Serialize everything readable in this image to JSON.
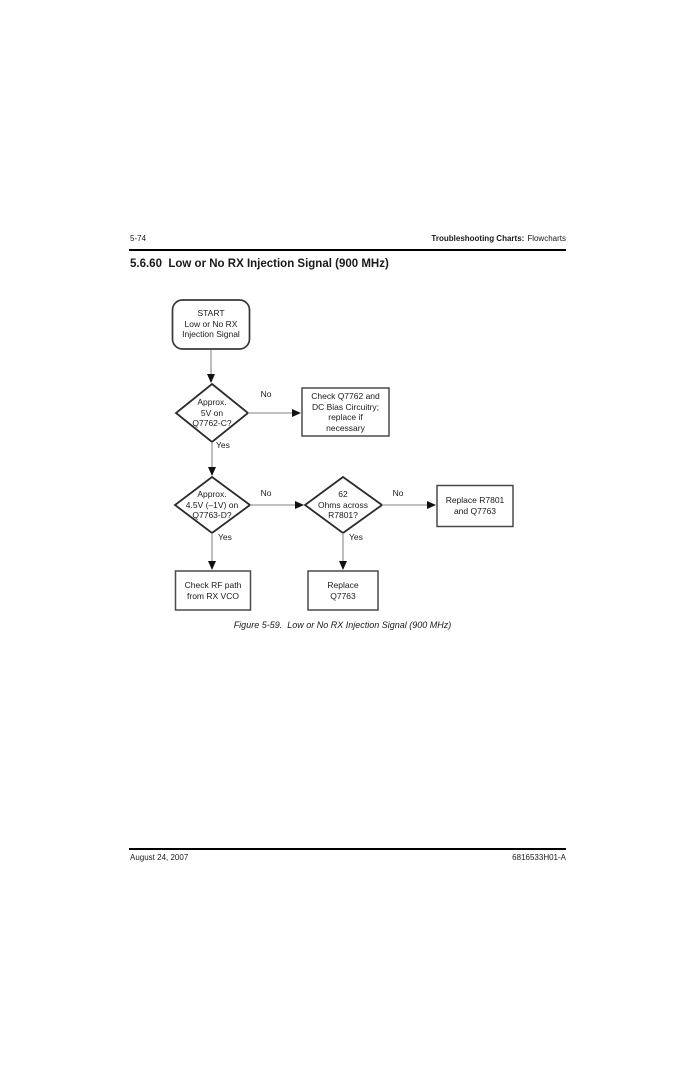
{
  "header": {
    "page_number": "5-74",
    "section_bold": "Troubleshooting Charts:",
    "section_regular": "Flowcharts"
  },
  "heading": "5.6.60  Low or No RX Injection Signal (900 MHz)",
  "caption": "Figure 5-59.  Low or No RX Injection Signal (900 MHz)",
  "footer": {
    "date": "August 24, 2007",
    "doc_number": "6816533H01-A"
  },
  "colors": {
    "background": "#ffffff",
    "ink": "#1a1a1a",
    "connector": "#9a9a9a",
    "shape_border": "#383838"
  },
  "flowchart": {
    "nodes": {
      "start": {
        "type": "terminator",
        "text": "START\nLow or No RX\nInjection Signal"
      },
      "d1": {
        "type": "decision",
        "text": "Approx.\n5V on\nQ7762-C?"
      },
      "check_bias": {
        "type": "process",
        "text": "Check Q7762 and\nDC Bias Circuitry;\nreplace if\nnecessary"
      },
      "d2": {
        "type": "decision",
        "text": "Approx.\n4.5V (–1V) on\nQ7763-D?"
      },
      "d3": {
        "type": "decision",
        "text": "62\nOhms across\nR7801?"
      },
      "replace_r7801": {
        "type": "process",
        "text": "Replace R7801\nand Q7763"
      },
      "check_rf_path": {
        "type": "process",
        "text": "Check RF path\nfrom RX VCO"
      },
      "replace_q7763": {
        "type": "process",
        "text": "Replace\nQ7763"
      }
    },
    "edge_labels": {
      "d1_no": "No",
      "d1_yes": "Yes",
      "d2_no": "No",
      "d2_yes": "Yes",
      "d3_no": "No",
      "d3_yes": "Yes"
    }
  }
}
